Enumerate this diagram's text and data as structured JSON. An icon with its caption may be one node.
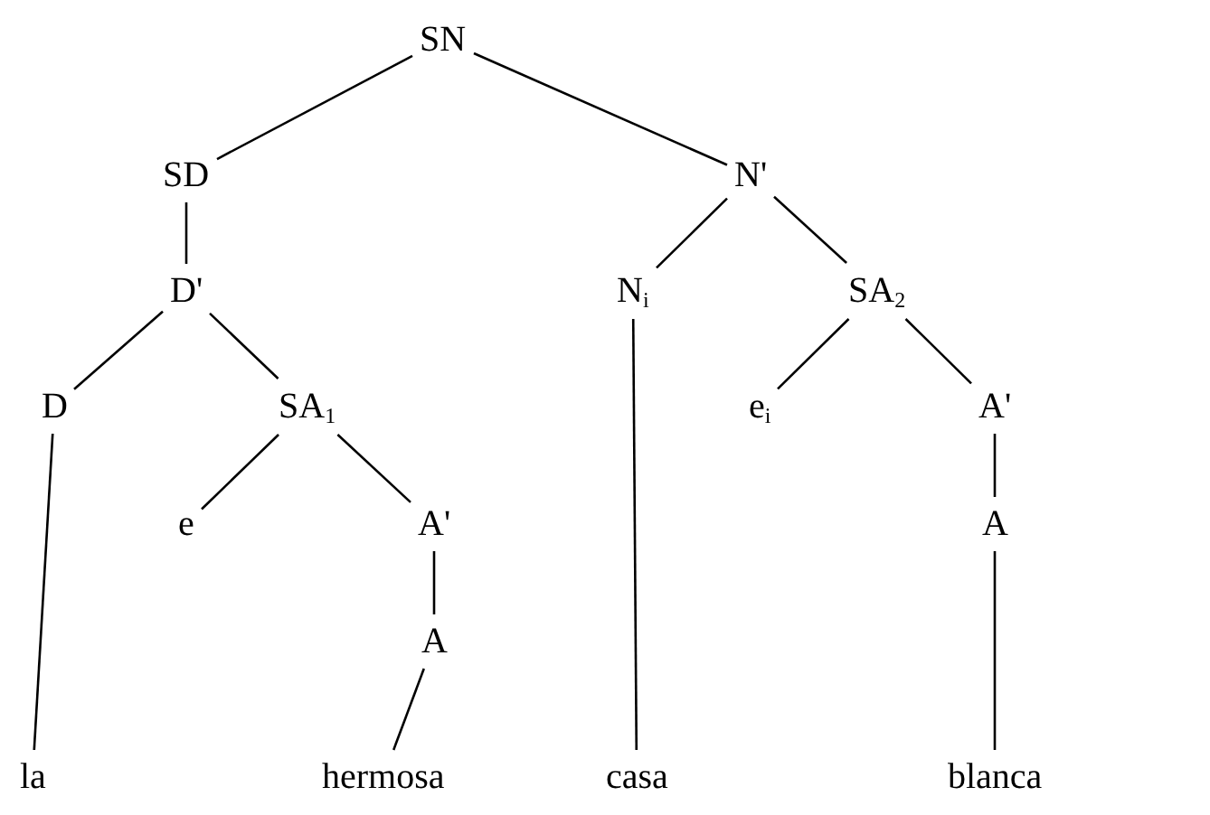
{
  "diagram": {
    "nodes": [
      {
        "text": [
          "SN"
        ]
      },
      {
        "text": [
          "SD"
        ]
      },
      {
        "text": [
          "N'"
        ]
      },
      {
        "text": [
          "D'"
        ]
      },
      {
        "text": [
          "N$_{i}$"
        ]
      },
      {
        "text": [
          "SA$_{2}$"
        ]
      },
      {
        "text": [
          "D"
        ]
      },
      {
        "text": [
          "SA$_{1}$"
        ]
      },
      {
        "text": [
          "e$_{i}$"
        ]
      },
      {
        "text": [
          "A'"
        ]
      },
      {
        "text": [
          "e"
        ]
      },
      {
        "text": [
          "A'"
        ]
      },
      {
        "text": [
          "A"
        ]
      },
      {
        "text": [
          "A"
        ]
      },
      {
        "text": [
          "la"
        ]
      },
      {
        "text": [
          "hermosa"
        ]
      },
      {
        "text": [
          "casa"
        ]
      },
      {
        "text": [
          "blanca"
        ]
      }
    ],
    "edges": [
      {
        "from": 0,
        "to": 1,
        "arrow": "none"
      },
      {
        "from": 0,
        "to": 2,
        "arrow": "none"
      },
      {
        "from": 1,
        "to": 3,
        "arrow": "none"
      },
      {
        "from": 2,
        "to": 4,
        "arrow": "none"
      },
      {
        "from": 2,
        "to": 5,
        "arrow": "none"
      },
      {
        "from": 3,
        "to": 6,
        "arrow": "none"
      },
      {
        "from": 3,
        "to": 7,
        "arrow": "none"
      },
      {
        "from": 5,
        "to": 8,
        "arrow": "none"
      },
      {
        "from": 5,
        "to": 9,
        "arrow": "none"
      },
      {
        "from": 7,
        "to": 10,
        "arrow": "none"
      },
      {
        "from": 7,
        "to": 11,
        "arrow": "none"
      },
      {
        "from": 9,
        "to": 12,
        "arrow": "none"
      },
      {
        "from": 11,
        "to": 13,
        "arrow": "none"
      },
      {
        "from": 6,
        "to": 14,
        "arrow": "none"
      },
      {
        "from": 13,
        "to": 15,
        "arrow": "none"
      },
      {
        "from": 4,
        "to": 16,
        "arrow": "none"
      },
      {
        "from": 12,
        "to": 17,
        "arrow": "none"
      }
    ]
  }
}
